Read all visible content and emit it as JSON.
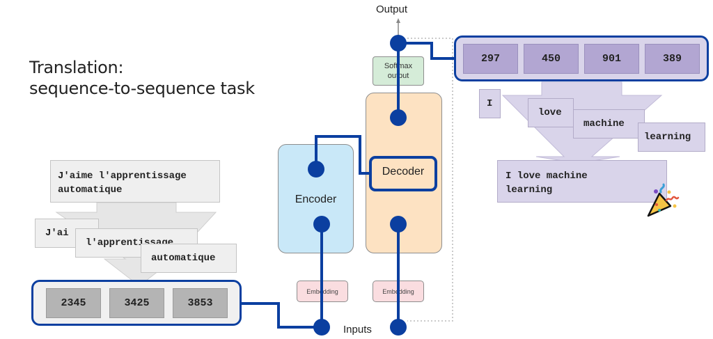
{
  "title": {
    "line1": "Translation:",
    "line2": "sequence-to-sequence task"
  },
  "source": {
    "sentence_line1": "J'aime l'apprentissage",
    "sentence_line2": "automatique",
    "tokens": [
      "J'aime",
      "l'apprentissage",
      "automatique"
    ],
    "token_visible_text": [
      "J'ai",
      "l'apprentissage",
      "automatique"
    ],
    "indices": [
      "2345",
      "3425",
      "3853"
    ]
  },
  "model": {
    "output_label": "Output",
    "inputs_label": "Inputs",
    "softmax_label_line1": "Softmax",
    "softmax_label_line2": "output",
    "encoder_label": "Encoder",
    "decoder_label": "Decoder",
    "embedding_label": "Embedding"
  },
  "target": {
    "indices": [
      "297",
      "450",
      "901",
      "389"
    ],
    "tokens": [
      "I",
      "love",
      "machine",
      "learning"
    ],
    "sentence_line1": "I love machine",
    "sentence_line2": "learning"
  },
  "colors": {
    "connector": "#0b3fa0",
    "encoder_fill": "#c9e8f8",
    "decoder_fill": "#fde2c2",
    "softmax_fill": "#d5ecd8",
    "embedding_fill": "#fadde0",
    "source_fill": "#efefef",
    "source_index_fill": "#b4b4b4",
    "target_fill": "#d9d4ea",
    "target_index_fill": "#b2a6d2"
  },
  "icons": {
    "celebration": "party-popper-icon"
  }
}
